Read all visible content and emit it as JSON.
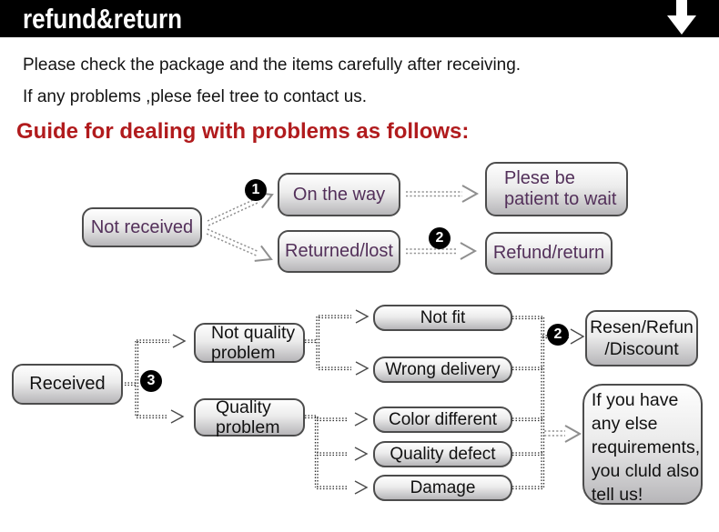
{
  "header": {
    "title": "refund&return",
    "arrow_icon": "down-arrow"
  },
  "intro": {
    "line1": "Please check the package and the items carefully after receiving.",
    "line2": "If any problems ,plese feel tree to contact us."
  },
  "heading": {
    "text": "Guide for dealing with problems as follows:"
  },
  "nodes": {
    "not_received": "Not received",
    "on_the_way": "On the way",
    "plese_patient": "Plese be\npatient to wait",
    "returned_lost": "Returned/lost",
    "refund_return": "Refund/return",
    "received": "Received",
    "not_quality_problem": "Not quality\nproblem",
    "quality_problem": "Quality\nproblem",
    "not_fit": "Not fit",
    "wrong_delivery": "Wrong delivery",
    "color_different": "Color different",
    "quality_defect": "Quality defect",
    "damage": "Damage",
    "resen_refund": "Resen/Refun\n/Discount",
    "if_you_have": "If you have\nany else\nrequirements,\nyou cluld also\ntell us!"
  },
  "steps": {
    "one": "1",
    "two": "2",
    "three": "3"
  },
  "colors": {
    "header_bg": "#000000",
    "header_text": "#ffffff",
    "heading_red": "#b11b1d",
    "node_text_purple": "#53305a",
    "node_text_dark": "#111111",
    "node_border": "#4c4c4c",
    "connector": "#2f2f2f"
  }
}
